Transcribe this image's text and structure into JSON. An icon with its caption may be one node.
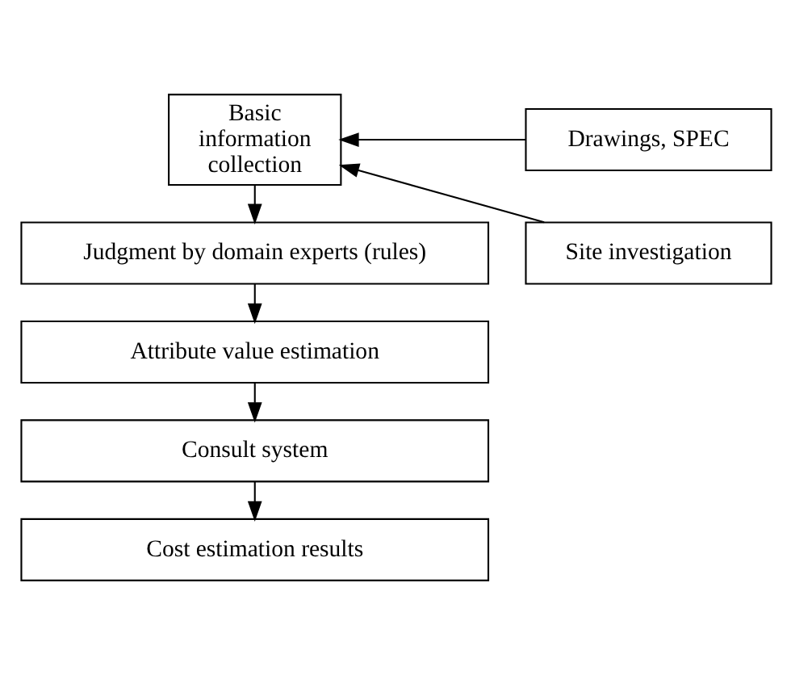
{
  "diagram": {
    "nodes": [
      {
        "text": [
          "Basic information collection"
        ]
      },
      {
        "text": [
          "Drawings, SPEC"
        ]
      },
      {
        "text": [
          "Site investigation"
        ]
      },
      {
        "text": [
          "Judgment by domain experts (rules)"
        ]
      },
      {
        "text": [
          "Attribute value estimation"
        ]
      },
      {
        "text": [
          "Consult system"
        ]
      },
      {
        "text": [
          "Cost estimation results"
        ]
      }
    ],
    "edges": [
      {
        "from": 1,
        "to": 0,
        "arrow": "to"
      },
      {
        "from": 2,
        "to": 0,
        "arrow": "to"
      },
      {
        "from": 0,
        "to": 3,
        "arrow": "to"
      },
      {
        "from": 3,
        "to": 4,
        "arrow": "to"
      },
      {
        "from": 4,
        "to": 5,
        "arrow": "to"
      },
      {
        "from": 5,
        "to": 6,
        "arrow": "to"
      }
    ]
  }
}
